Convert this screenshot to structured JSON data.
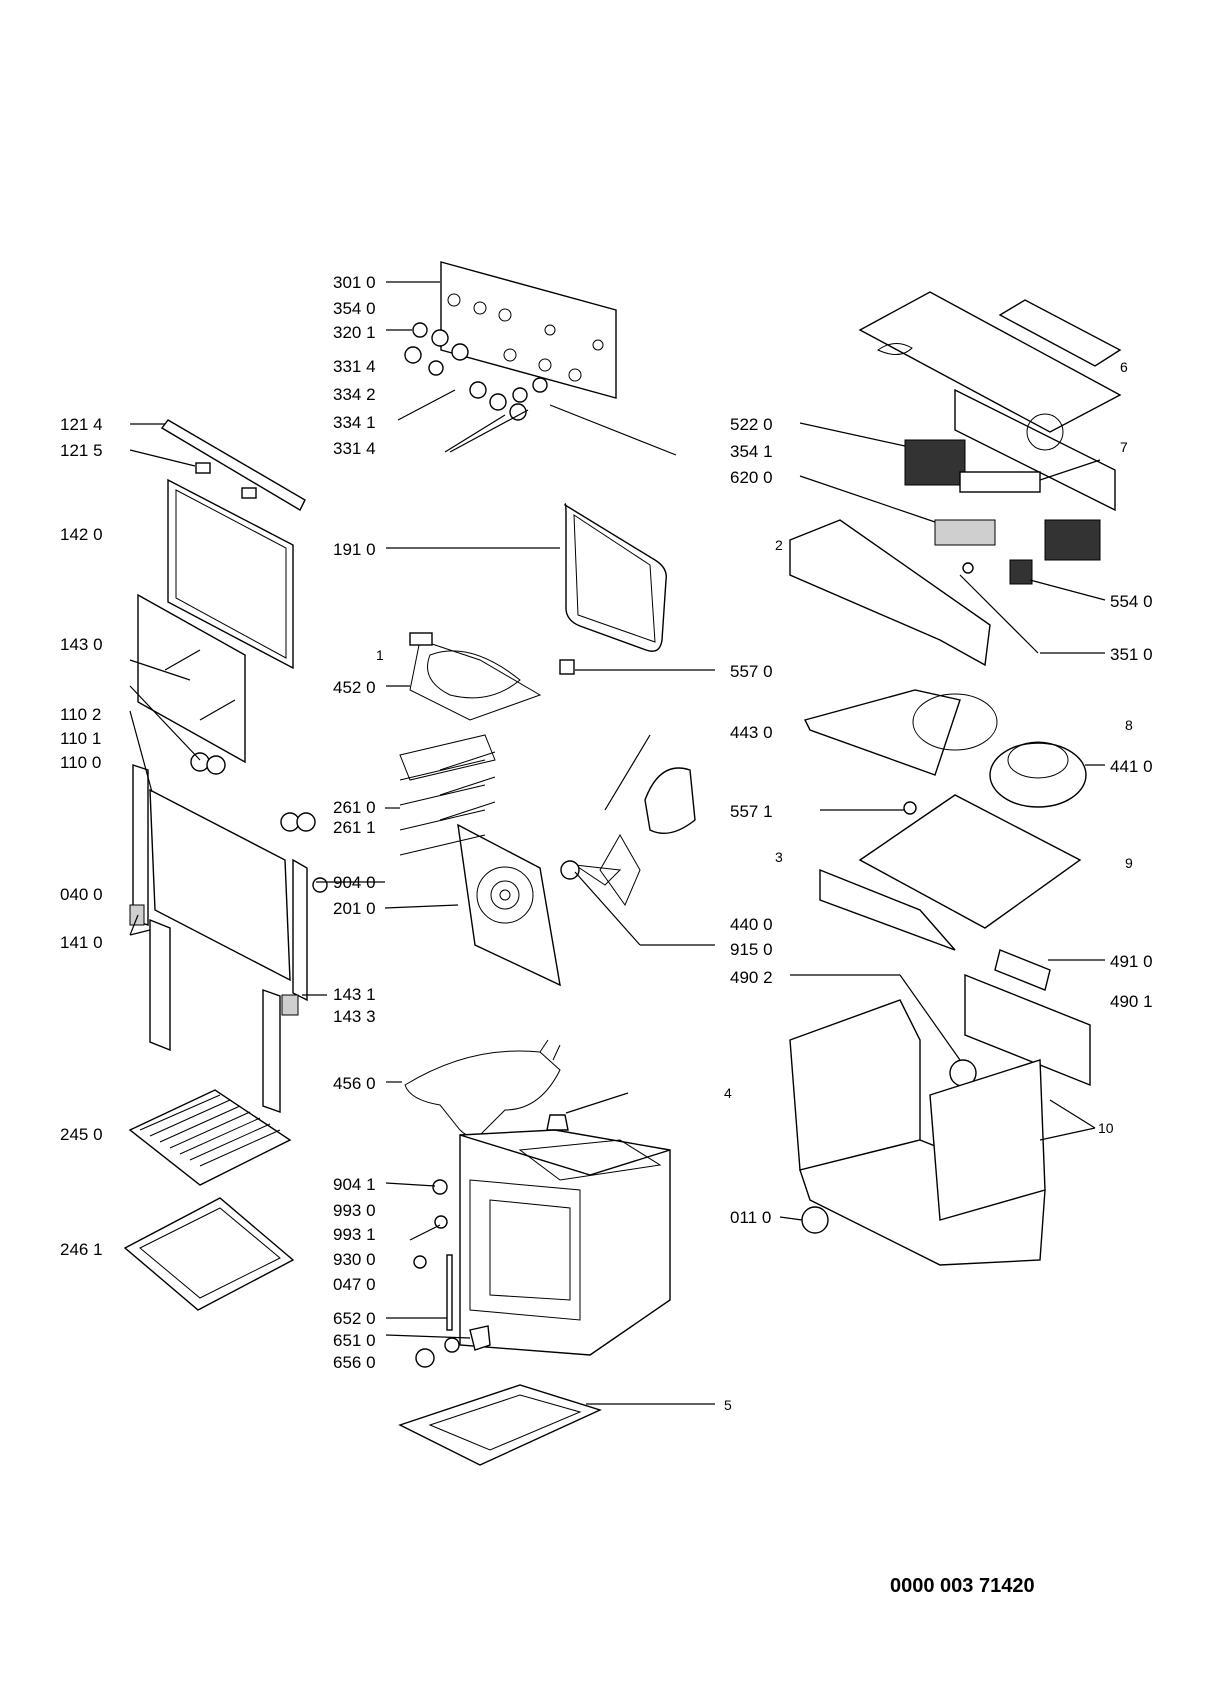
{
  "diagram": {
    "drawing_number": "0000 003 71420",
    "labels": [
      "301 0",
      "354 0",
      "320 1",
      "331 4",
      "334 2",
      "334 1",
      "331 4",
      "121 4",
      "121 5",
      "142 0",
      "143 0",
      "110 2",
      "110 1",
      "110 0",
      "191 0",
      "1",
      "452 0",
      "557 0",
      "6",
      "7",
      "522 0",
      "354 1",
      "620 0",
      "2",
      "554 0",
      "351 0",
      "443 0",
      "8",
      "441 0",
      "557 1",
      "3",
      "9",
      "261 0",
      "261 1",
      "904 0",
      "201 0",
      "040 0",
      "141 0",
      "440 0",
      "915 0",
      "143 1",
      "143 3",
      "491 0",
      "490 2",
      "490 1",
      "456 0",
      "4",
      "245 0",
      "10",
      "904 1",
      "993 0",
      "993 1",
      "930 0",
      "047 0",
      "011 0",
      "246 1",
      "652 0",
      "651 0",
      "656 0",
      "5"
    ]
  }
}
